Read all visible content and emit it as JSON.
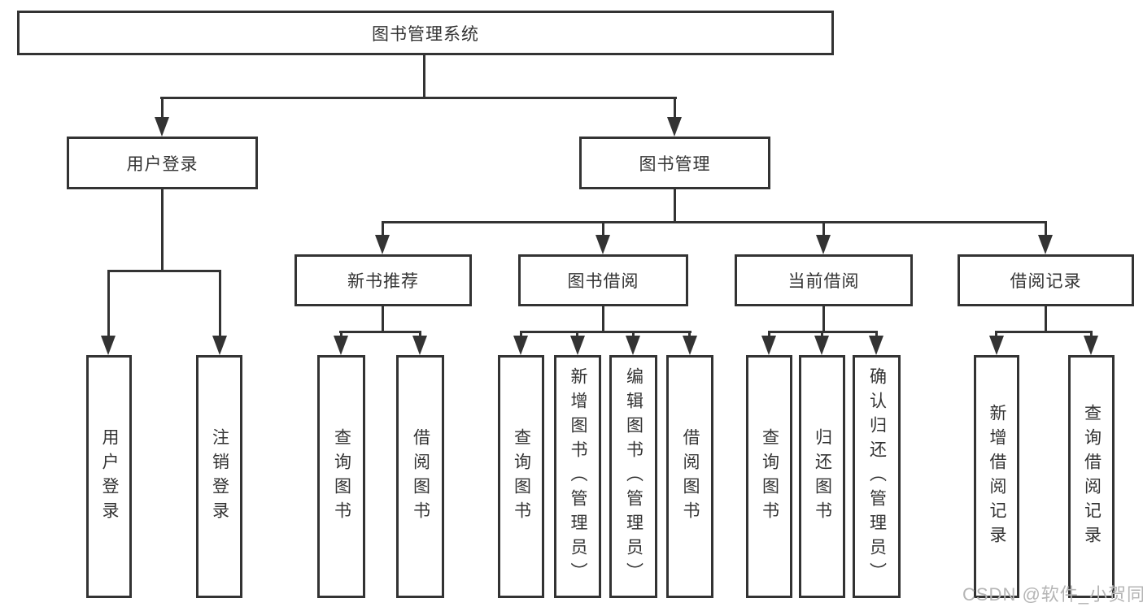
{
  "tree": {
    "root": {
      "label": "图书管理系统"
    },
    "branches": [
      {
        "label": "用户登录",
        "children": [
          {
            "label": "用户登录"
          },
          {
            "label": "注销登录"
          }
        ]
      },
      {
        "label": "图书管理",
        "children": [
          {
            "label": "新书推荐",
            "children": [
              {
                "label": "查询图书"
              },
              {
                "label": "借阅图书"
              }
            ]
          },
          {
            "label": "图书借阅",
            "children": [
              {
                "label": "查询图书"
              },
              {
                "label": "新增图书（管理员）"
              },
              {
                "label": "编辑图书（管理员）"
              },
              {
                "label": "借阅图书"
              }
            ]
          },
          {
            "label": "当前借阅",
            "children": [
              {
                "label": "查询图书"
              },
              {
                "label": "归还图书"
              },
              {
                "label": "确认归还（管理员）"
              }
            ]
          },
          {
            "label": "借阅记录",
            "children": [
              {
                "label": "新增借阅记录"
              },
              {
                "label": "查询借阅记录"
              }
            ]
          }
        ]
      }
    ]
  },
  "watermark": {
    "label": "CSDN @软件_小贺同学",
    "color": "#b5b5b5"
  },
  "colors": {
    "line": "#333333",
    "text": "#333333",
    "background": "#ffffff"
  }
}
